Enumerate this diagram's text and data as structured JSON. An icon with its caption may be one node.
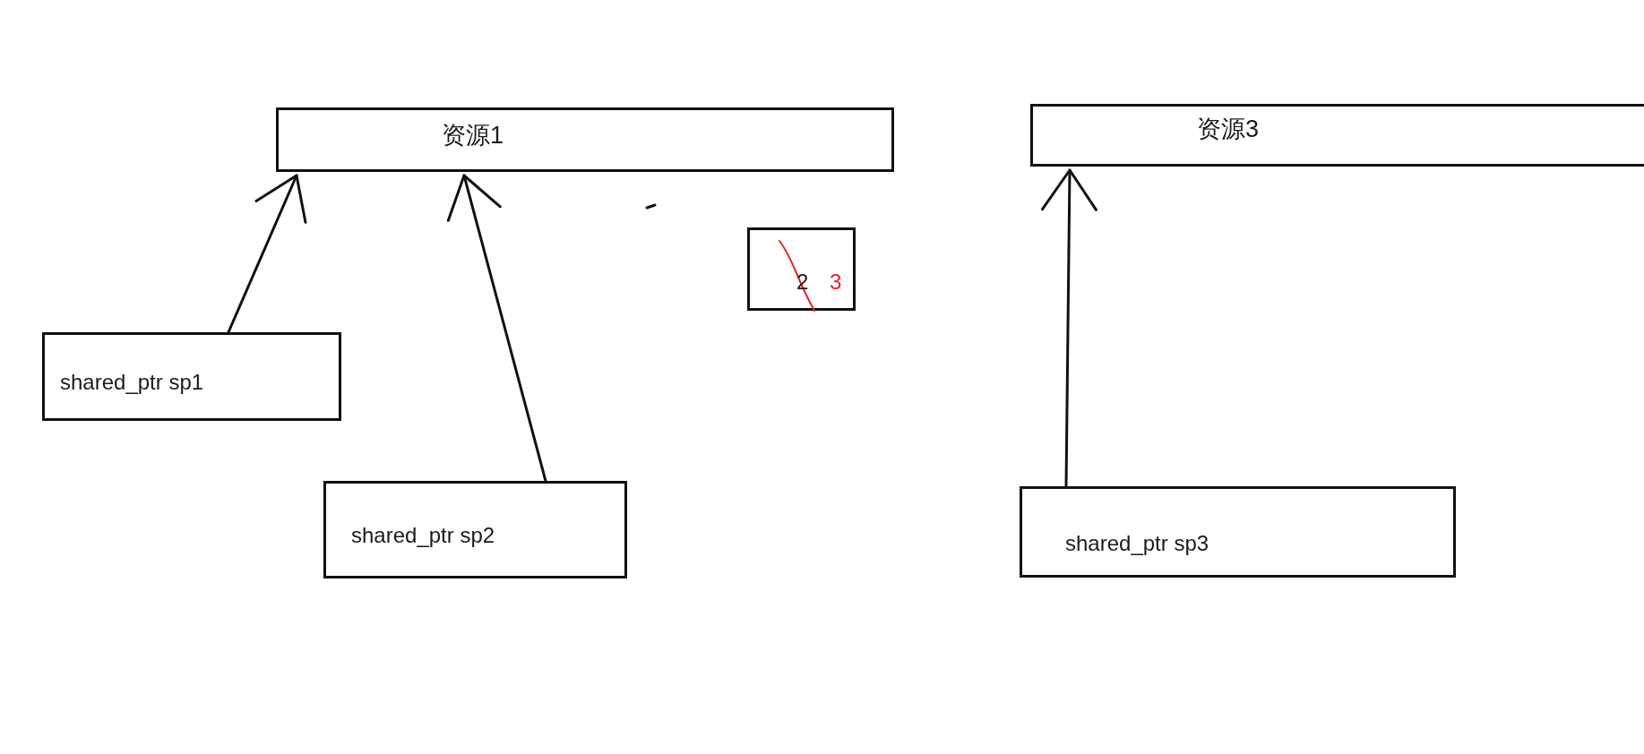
{
  "diagram": {
    "nodes": [
      {
        "text": [
          "资源1"
        ]
      },
      {
        "text": [
          "资源3"
        ]
      },
      {
        "text": [
          "2",
          "3"
        ]
      },
      {
        "text": [
          "shared_ptr sp1"
        ]
      },
      {
        "text": [
          "shared_ptr sp2"
        ]
      },
      {
        "text": [
          "shared_ptr sp3"
        ]
      }
    ],
    "edges": [
      {
        "from": 3,
        "to": 0,
        "arrow": "to"
      },
      {
        "from": 4,
        "to": 0,
        "arrow": "to"
      },
      {
        "from": 5,
        "to": 1,
        "arrow": "to"
      }
    ]
  }
}
